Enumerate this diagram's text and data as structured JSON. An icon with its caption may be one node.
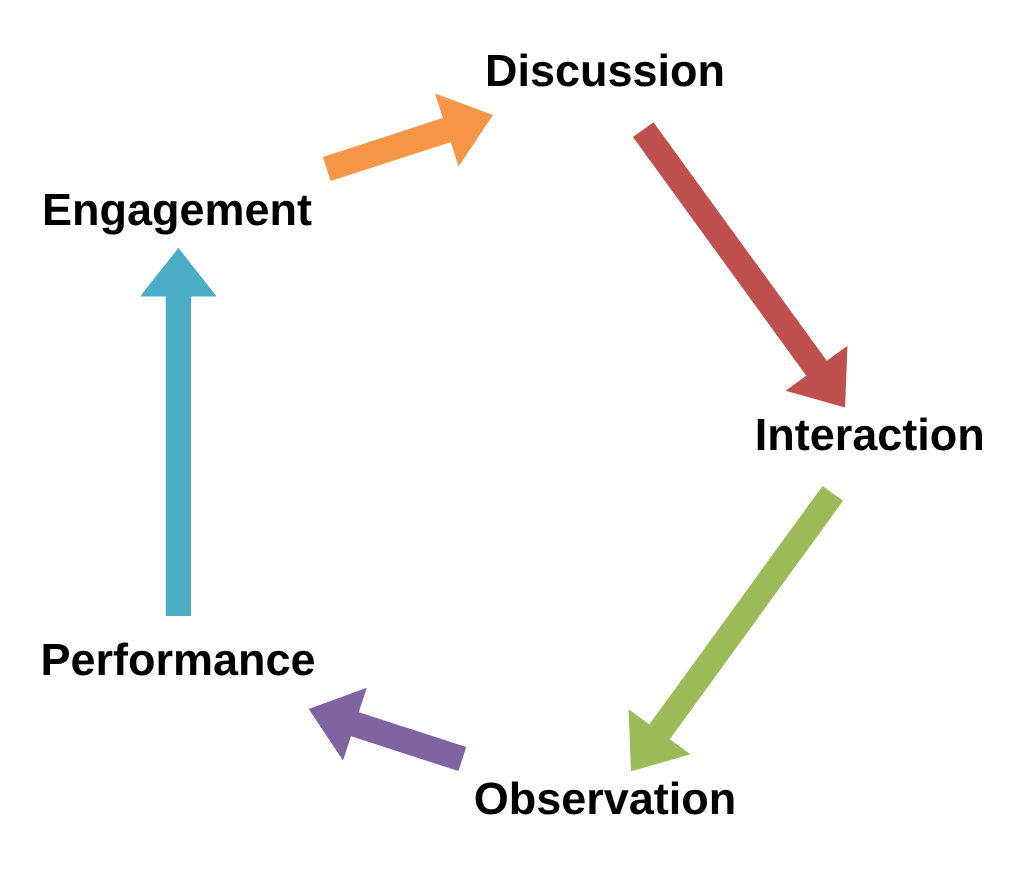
{
  "diagram": {
    "nodes": [
      {
        "text": [
          "Engagement"
        ]
      },
      {
        "text": [
          "Discussion"
        ]
      },
      {
        "text": [
          "Interaction"
        ]
      },
      {
        "text": [
          "Observation"
        ]
      },
      {
        "text": [
          "Performance"
        ]
      }
    ],
    "edges": [
      {
        "from": 0,
        "to": 1,
        "arrow": "to",
        "color": "#f79646"
      },
      {
        "from": 1,
        "to": 2,
        "arrow": "to",
        "color": "#c0504d"
      },
      {
        "from": 2,
        "to": 3,
        "arrow": "to",
        "color": "#9bbb59"
      },
      {
        "from": 3,
        "to": 4,
        "arrow": "to",
        "color": "#8064a2"
      },
      {
        "from": 4,
        "to": 0,
        "arrow": "to",
        "color": "#4bacc6"
      }
    ]
  }
}
